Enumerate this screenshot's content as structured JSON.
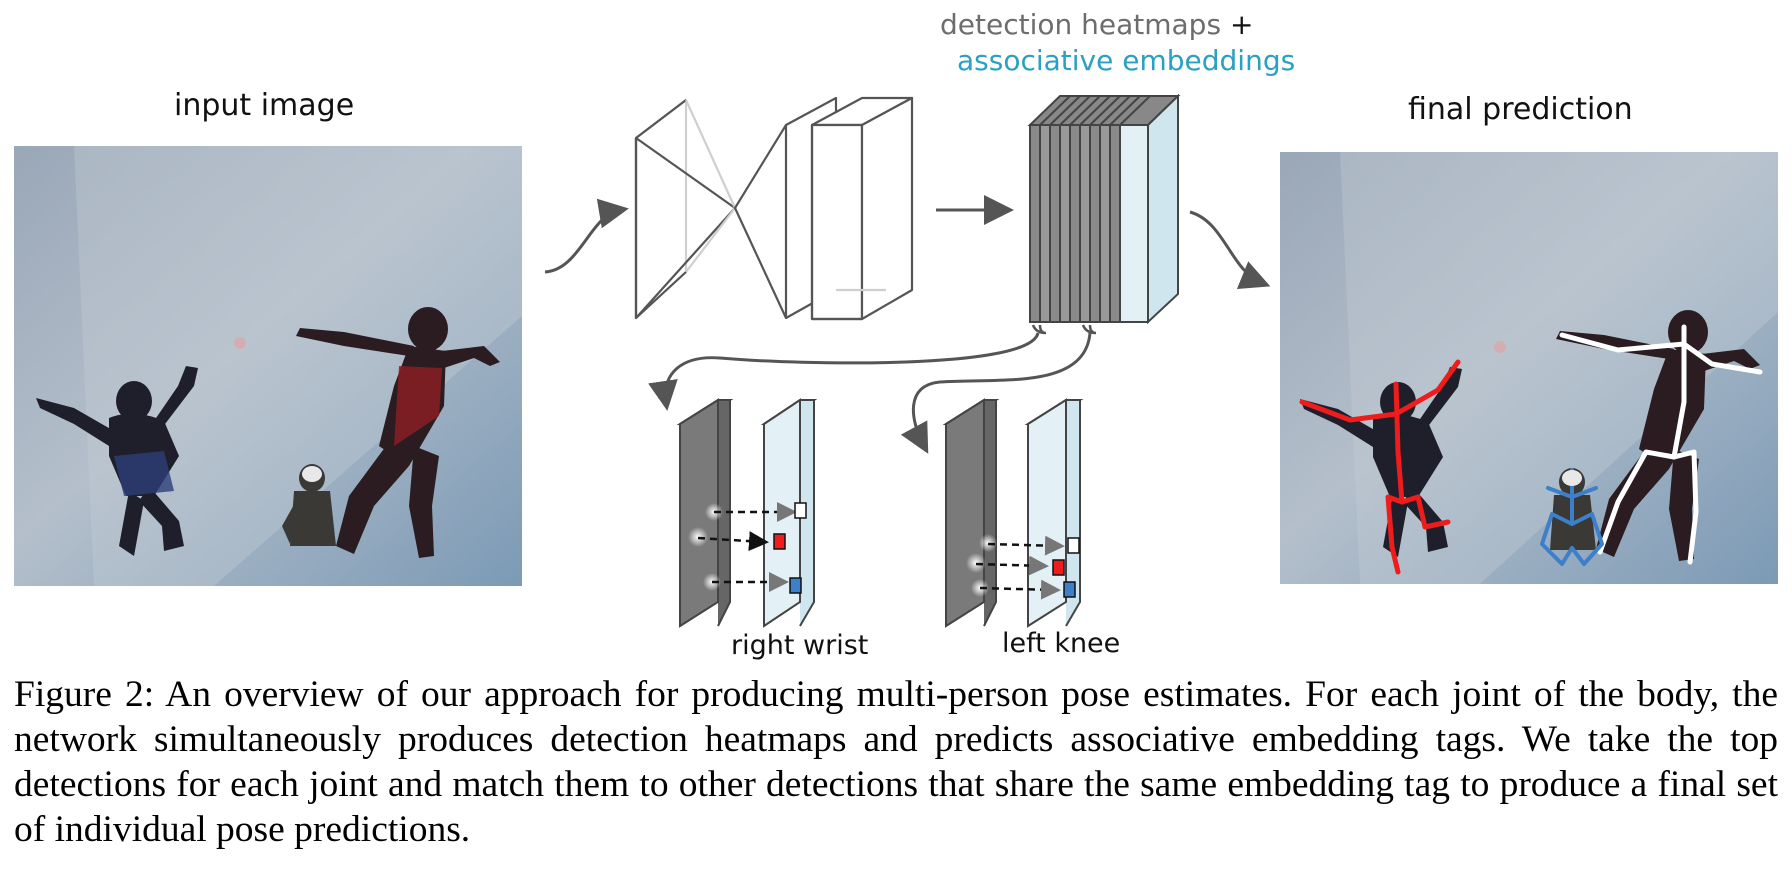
{
  "labels": {
    "input_image": "input image",
    "final_prediction": "final prediction",
    "heatmaps": "detection heatmaps",
    "plus": "+",
    "embeddings": "associative embeddings",
    "right_wrist": "right wrist",
    "left_knee": "left knee"
  },
  "caption": "Figure 2: An overview of our approach for producing multi-person pose estimates. For each joint of the body, the network simultaneously produces detection heatmaps and predicts associative embedding tags. We take the top detections for each joint and match them to other detections that share the same embedding tag to produce a final set of individual pose predictions.",
  "colors": {
    "embedding_text": "#2aa0c4",
    "heatmap_text": "#6d6d6d",
    "pose_red": "#ee1c1c",
    "pose_blue": "#3d7fc8",
    "pose_white": "#ffffff",
    "heatmap_panel": "#7a7a7a",
    "embedding_panel": "#e3f1f6"
  },
  "icons": {
    "input_photo": "skydivers-photo",
    "output_photo": "skydivers-pose-photo",
    "network": "hourglass-network-icon"
  }
}
